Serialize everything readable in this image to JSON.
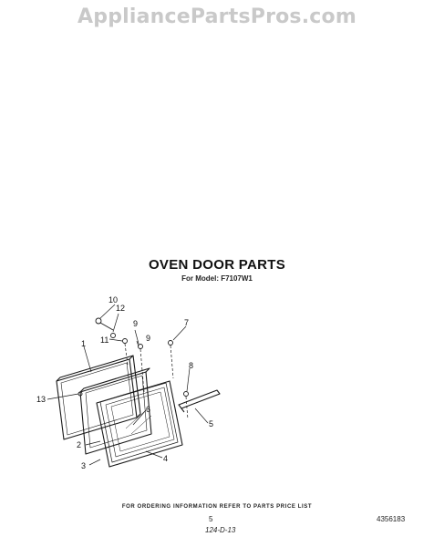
{
  "watermark": "AppliancePartsPros.com",
  "title": "OVEN DOOR PARTS",
  "subtitle": "For Model: F7107W1",
  "callouts": [
    "10",
    "12",
    "9",
    "11",
    "9",
    "7",
    "1",
    "8",
    "13",
    "6",
    "5",
    "2",
    "4",
    "3"
  ],
  "footer": {
    "ordering_note": "FOR ORDERING INFORMATION REFER TO PARTS PRICE LIST",
    "page_number": "5",
    "part_code": "4356183",
    "handwritten_code": "124-D-13"
  },
  "colors": {
    "line": "#1a1a1a",
    "watermark": "#c9c9c9"
  }
}
